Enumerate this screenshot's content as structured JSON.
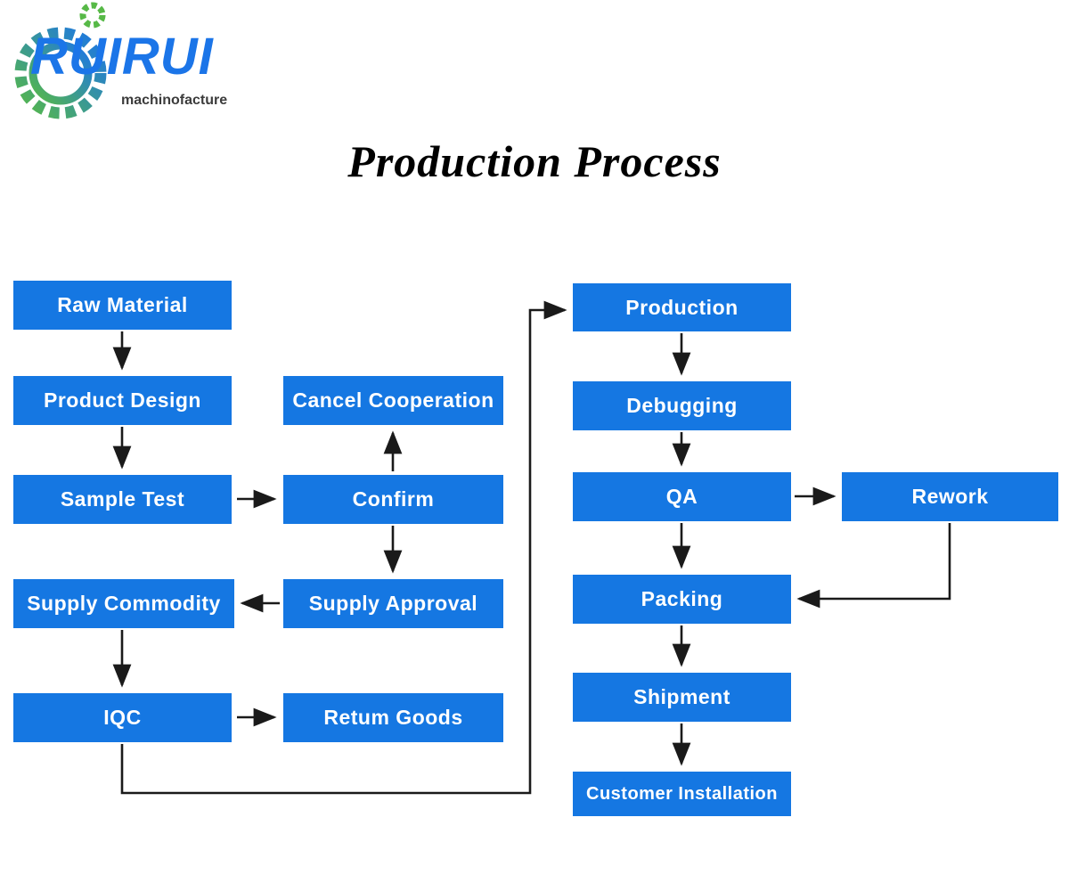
{
  "logo": {
    "brand": "RUIRUI",
    "tagline": "machinofacture"
  },
  "title": "Production Process",
  "colors": {
    "box": "#1577e2",
    "box_text": "#ffffff",
    "arrow": "#1a1a1a",
    "brand_blue": "#1b75e8",
    "brand_green": "#57b947"
  },
  "nodes": {
    "raw_material": {
      "label": "Raw Material"
    },
    "product_design": {
      "label": "Product Design"
    },
    "sample_test": {
      "label": "Sample Test"
    },
    "supply_commodity": {
      "label": "Supply Commodity"
    },
    "iqc": {
      "label": "IQC"
    },
    "cancel_cooperation": {
      "label": "Cancel Cooperation"
    },
    "confirm": {
      "label": "Confirm"
    },
    "supply_approval": {
      "label": "Supply Approval"
    },
    "return_goods": {
      "label": "Retum Goods"
    },
    "production": {
      "label": "Production"
    },
    "debugging": {
      "label": "Debugging"
    },
    "qa": {
      "label": "QA"
    },
    "packing": {
      "label": "Packing"
    },
    "shipment": {
      "label": "Shipment"
    },
    "customer_installation": {
      "label": "Customer Installation"
    },
    "rework": {
      "label": "Rework"
    }
  },
  "edges": [
    {
      "from": "raw_material",
      "to": "product_design"
    },
    {
      "from": "product_design",
      "to": "sample_test"
    },
    {
      "from": "sample_test",
      "to": "confirm"
    },
    {
      "from": "confirm",
      "to": "cancel_cooperation"
    },
    {
      "from": "confirm",
      "to": "supply_approval"
    },
    {
      "from": "supply_approval",
      "to": "supply_commodity"
    },
    {
      "from": "supply_commodity",
      "to": "iqc"
    },
    {
      "from": "iqc",
      "to": "return_goods"
    },
    {
      "from": "iqc",
      "to": "production"
    },
    {
      "from": "production",
      "to": "debugging"
    },
    {
      "from": "debugging",
      "to": "qa"
    },
    {
      "from": "qa",
      "to": "rework"
    },
    {
      "from": "qa",
      "to": "packing"
    },
    {
      "from": "rework",
      "to": "packing"
    },
    {
      "from": "packing",
      "to": "shipment"
    },
    {
      "from": "shipment",
      "to": "customer_installation"
    }
  ]
}
